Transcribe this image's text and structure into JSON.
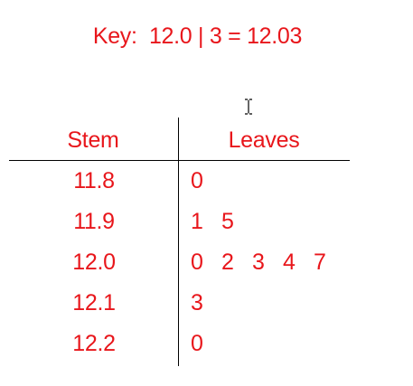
{
  "chart_data": {
    "type": "table",
    "key": "Key:  12.0 | 3 = 12.03",
    "headers": {
      "stem": "Stem",
      "leaves": "Leaves"
    },
    "rows": [
      {
        "stem": "11.8",
        "leaves": [
          "0"
        ]
      },
      {
        "stem": "11.9",
        "leaves": [
          "1",
          "5"
        ]
      },
      {
        "stem": "12.0",
        "leaves": [
          "0",
          "2",
          "3",
          "4",
          "7"
        ]
      },
      {
        "stem": "12.1",
        "leaves": [
          "3"
        ]
      },
      {
        "stem": "12.2",
        "leaves": [
          "0"
        ]
      }
    ]
  },
  "colors": {
    "text": "#e8161b",
    "rules": "#000000"
  },
  "icons": {
    "cursor": "text-cursor-icon"
  }
}
